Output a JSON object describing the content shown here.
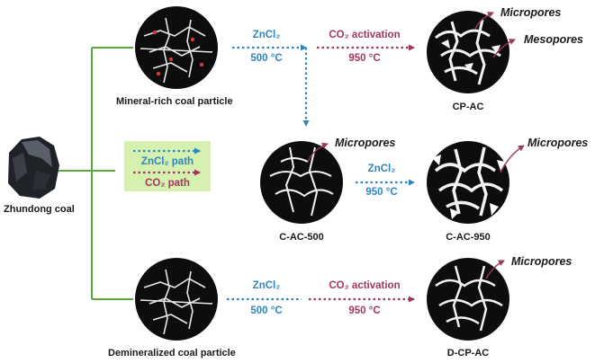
{
  "raw_coal": {
    "label": "Zhundong coal"
  },
  "particles": {
    "mineral_rich": {
      "label": "Mineral-rich coal particle"
    },
    "demineralized": {
      "label": "Demineralized coal particle"
    }
  },
  "products": {
    "cp_ac": {
      "label": "CP-AC",
      "pore_labels": [
        "Micropores",
        "Mesopores"
      ]
    },
    "c_ac_500": {
      "label": "C-AC-500",
      "pore_label": "Micropores"
    },
    "c_ac_950": {
      "label": "C-AC-950",
      "pore_label": "Micropores"
    },
    "d_cp_ac": {
      "label": "D-CP-AC",
      "pore_label": "Micropores"
    }
  },
  "steps": {
    "top_zncl2": {
      "agent": "ZnCl₂",
      "temp": "500 °C"
    },
    "top_co2": {
      "agent": "CO₂ activation",
      "temp": "950 °C"
    },
    "mid_zncl2": {
      "agent": "ZnCl₂",
      "temp": "950 °C"
    },
    "bottom_zncl2": {
      "agent": "ZnCl₂",
      "temp": "500 °C"
    },
    "bottom_co2": {
      "agent": "CO₂ activation",
      "temp": "950 °C"
    }
  },
  "legend": {
    "zncl2_path": "ZnCl₂ path",
    "co2_path": "CO₂ path"
  },
  "colors": {
    "tree": "#5aaa3c",
    "zncl2": "#2e86c1",
    "co2": "#a0385f",
    "legend_bg": "#d6f0b0",
    "particle": "#0d0d0d",
    "pore": "#9b3a55"
  }
}
